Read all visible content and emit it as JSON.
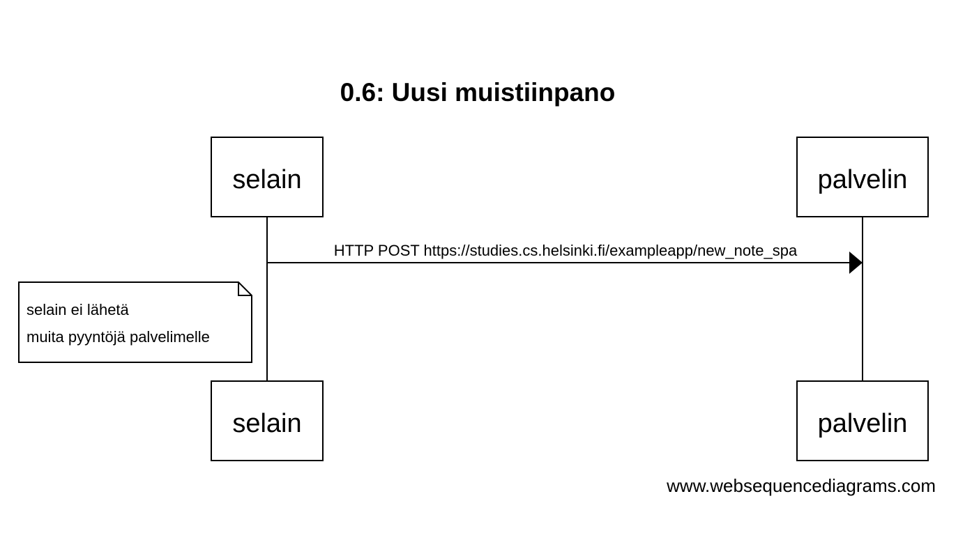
{
  "title": "0.6: Uusi muistiinpano",
  "participants": [
    {
      "id": "browser",
      "label": "selain"
    },
    {
      "id": "server",
      "label": "palvelin"
    }
  ],
  "messages": [
    {
      "from": "browser",
      "to": "server",
      "label": "HTTP POST https://studies.cs.helsinki.fi/exampleapp/new_note_spa"
    }
  ],
  "notes": [
    {
      "side": "left of",
      "participant": "browser",
      "lines": [
        "selain ei lähetä",
        "muita pyyntöjä palvelimelle"
      ]
    }
  ],
  "footer": "www.websequencediagrams.com",
  "colors": {
    "stroke": "#000000",
    "fill": "#ffffff",
    "text": "#000000"
  }
}
